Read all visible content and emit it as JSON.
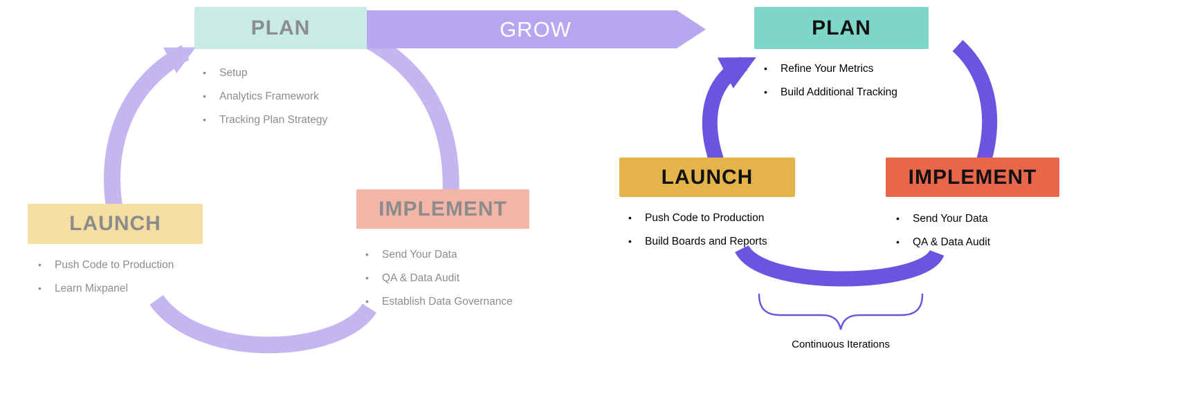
{
  "left_cycle": {
    "plan": {
      "title": "PLAN",
      "items": [
        "Setup",
        "Analytics Framework",
        "Tracking Plan Strategy"
      ]
    },
    "implement": {
      "title": "IMPLEMENT",
      "items": [
        "Send Your Data",
        "QA & Data Audit",
        "Establish Data Governance"
      ]
    },
    "launch": {
      "title": "LAUNCH",
      "items": [
        "Push Code to Production",
        "Learn Mixpanel"
      ]
    }
  },
  "grow": {
    "label": "GROW"
  },
  "right_cycle": {
    "plan": {
      "title": "PLAN",
      "items": [
        "Refine Your Metrics",
        "Build Additional Tracking"
      ]
    },
    "launch": {
      "title": "LAUNCH",
      "items": [
        "Push Code to Production",
        "Build Boards and Reports"
      ]
    },
    "implement": {
      "title": "IMPLEMENT",
      "items": [
        "Send Your Data",
        "QA & Data Audit"
      ]
    },
    "caption": "Continuous Iterations"
  },
  "colors": {
    "left_plan_bg": "#c9ebe6",
    "left_launch_bg": "#f6dda1",
    "left_implement_bg": "#f2b5a6",
    "left_arc": "#c5b6f2",
    "left_text": "#8c8c8c",
    "grow_bg": "#b7a7f0",
    "grow_text": "#ffffff",
    "right_plan_bg": "#7ed6c9",
    "right_launch_bg": "#e4b44b",
    "right_implement_bg": "#e8674b",
    "right_arc": "#6a55e0",
    "right_text": "#111111"
  }
}
